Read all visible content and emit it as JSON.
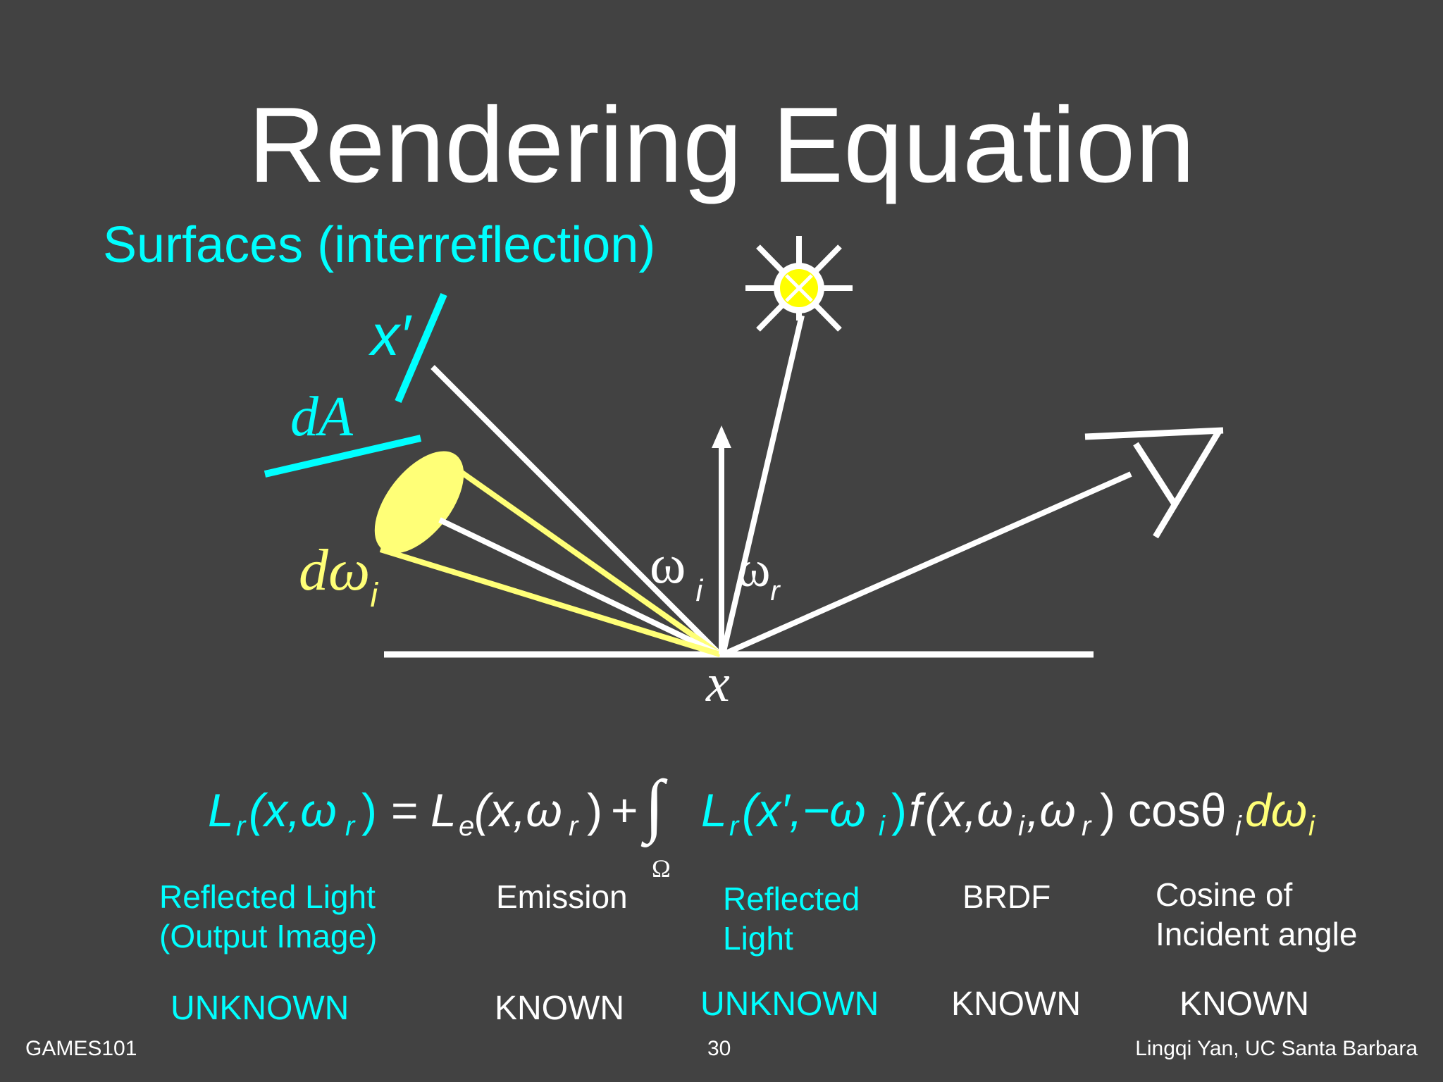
{
  "slide": {
    "title": "Rendering Equation",
    "subtitle": "Surfaces (interreflection)",
    "footer": {
      "left": "GAMES101",
      "center": "30",
      "right": "Lingqi Yan, UC Santa Barbara"
    }
  },
  "diagram": {
    "labels": {
      "x_prime": "x′",
      "dA": "dA",
      "d_omega": "dω",
      "d_omega_sub": "i",
      "omega_i": "ω",
      "omega_i_sub": "i",
      "omega_r": "ω",
      "omega_r_sub": "r",
      "x": "x"
    },
    "icons": [
      "sun-icon",
      "eye-icon",
      "normal-arrow-icon"
    ],
    "colors": {
      "cyan": "#00ffff",
      "yellow": "#ffff77",
      "white": "#ffffff",
      "background": "#424242"
    }
  },
  "equation": {
    "Lr": "L",
    "Lr_sub": "r",
    "lhs_args": "(x,ω",
    "lhs_sub": "r",
    "lhs_close": ")",
    "equals": "=",
    "Le": "L",
    "Le_sub": "e",
    "Le_args": "(x,ω",
    "Le_sub_r": "r",
    "Le_close": ")",
    "plus": "+",
    "integral": "∫",
    "omega_domain": "Ω",
    "Lr2": "L",
    "Lr2_sub": "r",
    "Lr2_args": "(x′,−ω",
    "Lr2_sub_i": "i",
    "Lr2_close": ")",
    "f": "f",
    "f_args": "(x,ω",
    "f_sub_i": "i",
    "f_comma": ",ω",
    "f_sub_r": "r",
    "f_close": ")",
    "cos": "cosθ",
    "cos_sub": "i",
    "domega": "dω",
    "domega_sub": "i"
  },
  "terms": [
    {
      "label_line1": "Reflected Light",
      "label_line2": "(Output Image)",
      "status": "UNKNOWN",
      "color": "#00ffff"
    },
    {
      "label_line1": "Emission",
      "label_line2": "",
      "status": "KNOWN",
      "color": "#ffffff"
    },
    {
      "label_line1": "Reflected",
      "label_line2": "Light",
      "status": "UNKNOWN",
      "color": "#00ffff"
    },
    {
      "label_line1": "BRDF",
      "label_line2": "",
      "status": "KNOWN",
      "color": "#ffffff"
    },
    {
      "label_line1": "Cosine of",
      "label_line2": "Incident angle",
      "status": "KNOWN",
      "color": "#ffffff"
    }
  ]
}
